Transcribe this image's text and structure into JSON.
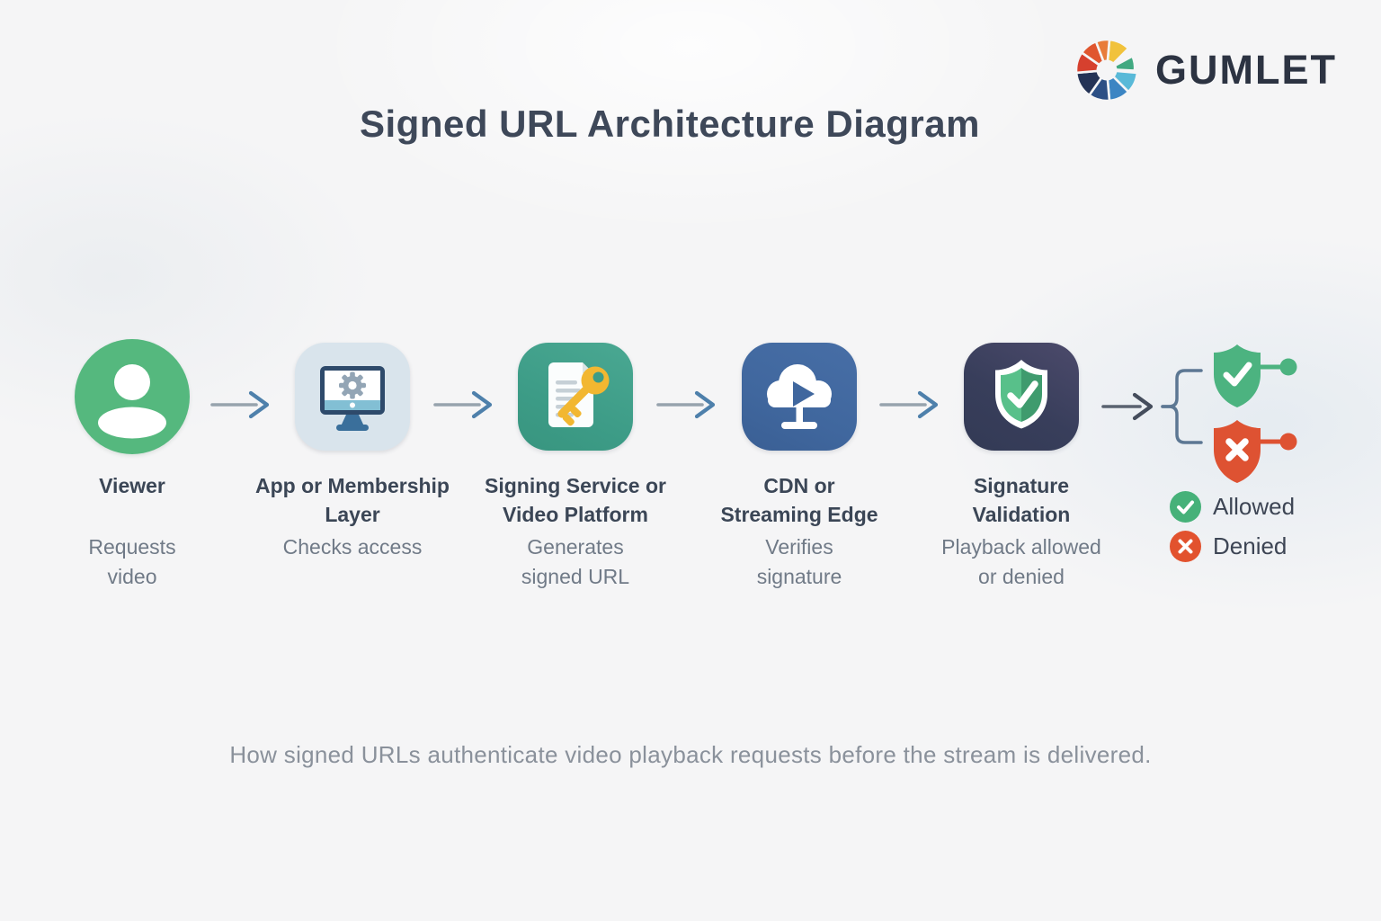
{
  "brand": {
    "name": "GUMLET",
    "logo_icon": "gumlet-color-wheel-icon",
    "wordmark_color": "#2c3342",
    "wheel_colors": [
      "#f1c23c",
      "#41a981",
      "#59b9d8",
      "#3c85c3",
      "#2c4f85",
      "#243356",
      "#d6402e",
      "#e0562f",
      "#e87c3a"
    ]
  },
  "title": "Signed URL Architecture Diagram",
  "caption": "How signed URLs authenticate video playback requests before the stream is delivered.",
  "flow": {
    "nodes": [
      {
        "id": "viewer",
        "icon": "user-icon",
        "shape": "circle",
        "bg": "#55b87e",
        "label": "Viewer",
        "sublabel": [
          "Requests",
          "video"
        ]
      },
      {
        "id": "app-layer",
        "icon": "monitor-gear-icon",
        "shape": "rounded-square",
        "bg": "#d9e4ec",
        "label": [
          "App or Membership",
          "Layer"
        ],
        "sublabel": "Checks access"
      },
      {
        "id": "signing-service",
        "icon": "document-key-icon",
        "shape": "rounded-square",
        "bg": "#3d9c87",
        "label": [
          "Signing Service or",
          "Video Platform"
        ],
        "sublabel": [
          "Generates",
          "signed URL"
        ]
      },
      {
        "id": "cdn-edge",
        "icon": "cloud-play-icon",
        "shape": "rounded-square",
        "bg": "#40679e",
        "label": [
          "CDN or",
          "Streaming Edge"
        ],
        "sublabel": [
          "Verifies",
          "signature"
        ]
      },
      {
        "id": "signature-validation",
        "icon": "shield-check-icon",
        "shape": "rounded-square",
        "bg": "#3a4060",
        "label": [
          "Signature",
          "Validation"
        ],
        "sublabel": [
          "Playback allowed",
          "or denied"
        ]
      }
    ],
    "outcomes": {
      "branch_icon": "brace-branch-icon",
      "items": [
        {
          "id": "allowed",
          "icon": "shield-check-icon",
          "color": "#4cb380",
          "label": "Allowed"
        },
        {
          "id": "denied",
          "icon": "shield-x-icon",
          "color": "#de5232",
          "label": "Denied"
        }
      ]
    }
  },
  "colors": {
    "background": "#f5f5f6",
    "title_text": "#3e4859",
    "label_text": "#3b4656",
    "sublabel_text": "#707a87",
    "caption_text": "#8a919b",
    "arrow_shaft": "#97a3ad",
    "arrow_head": "#4e80ab",
    "final_arrow": "#5a6270",
    "brace": "#5c7793",
    "key_gold": "#f2b731",
    "monitor_frame": "#2e4a6b",
    "monitor_bar": "#82bfd4"
  }
}
